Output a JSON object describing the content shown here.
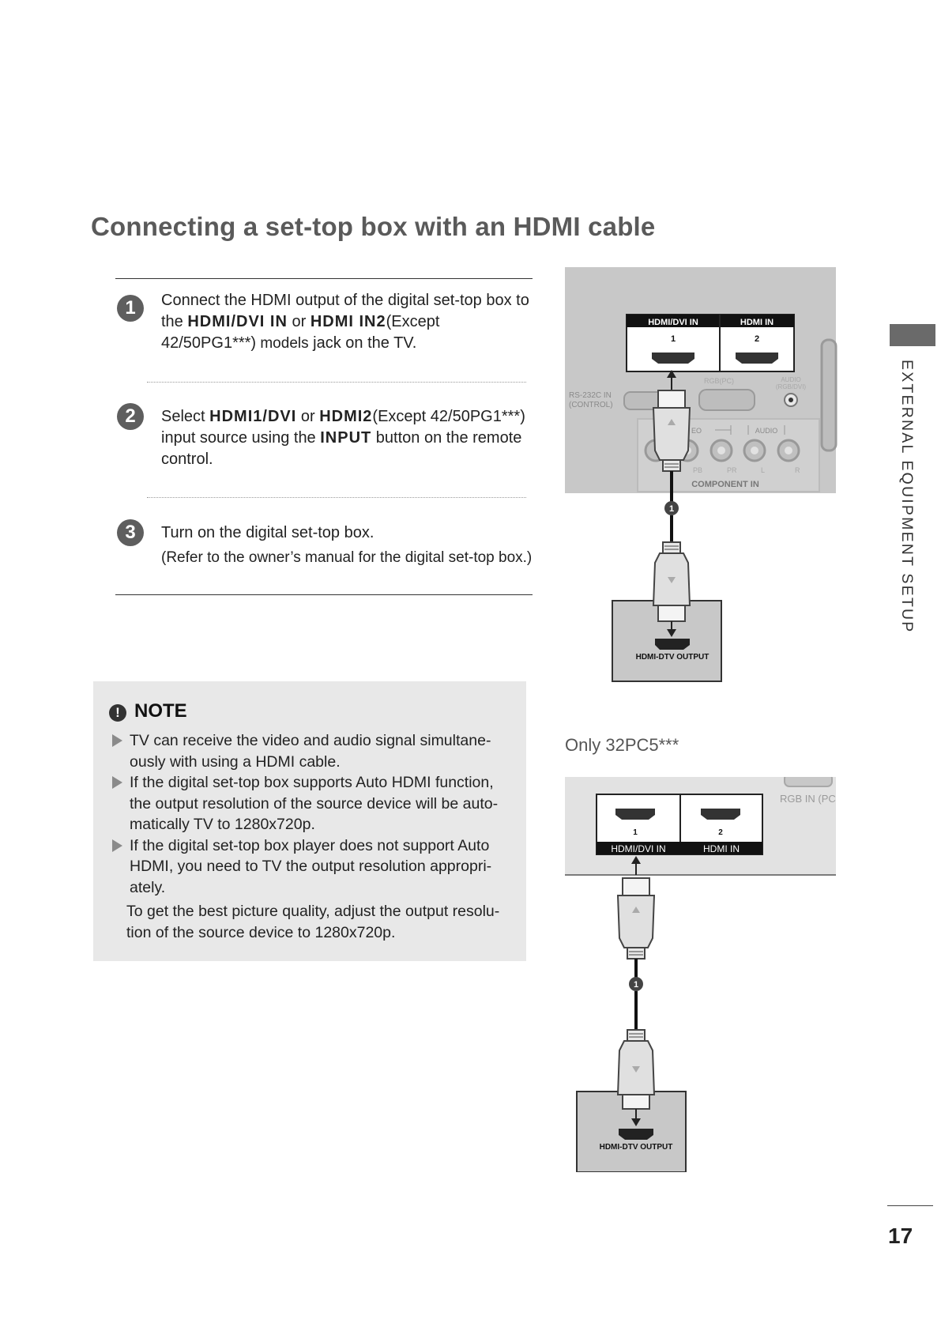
{
  "page": {
    "title": "Connecting a set-top box with an HDMI cable",
    "section_label": "EXTERNAL EQUIPMENT SETUP",
    "page_number": "17"
  },
  "steps": [
    {
      "number": "1",
      "line1": "Connect the HDMI output of the digital set-top box to",
      "line2_a": "the ",
      "line2_kw1": "HDMI/DVI IN",
      "line2_b": " or ",
      "line2_kw2": "HDMI IN2",
      "line2_c": "(Except",
      "line3_a": "42/50PG1***)",
      "line3_b": " models",
      "line3_c": " jack on the TV."
    },
    {
      "number": "2",
      "line1_a": "Select ",
      "line1_kw1": "HDMI1/DVI",
      "line1_b": " or ",
      "line1_kw2": "HDMI2",
      "line1_c": "(Except 42/50PG1***)",
      "line2_a": "input source using the ",
      "line2_kw": "INPUT",
      "line2_b": " button on the remote",
      "line3": "control."
    },
    {
      "number": "3",
      "line1": "Turn on the digital set-top box.",
      "line2": "(Refer to the owner’s manual for the digital set-top box.)"
    }
  ],
  "note": {
    "icon": "!",
    "title": "NOTE",
    "bullets": [
      [
        "TV can receive the video and audio signal simultane-",
        "ously with using a HDMI cable."
      ],
      [
        "If the digital set-top box supports Auto HDMI function,",
        "the output resolution of the source device will be auto-",
        "matically TV to 1280x720p."
      ],
      [
        "If the digital set-top box player does not support Auto",
        "HDMI, you need to TV the output resolution appropri-",
        "ately."
      ]
    ],
    "footer": [
      "To get the best picture quality, adjust the output resolu-",
      "tion of the source device to 1280x720p."
    ]
  },
  "diagram_top": {
    "port1_label": "HDMI/DVI IN",
    "port1_num": "1",
    "port2_label": "HDMI IN",
    "port2_num": "2",
    "rs232_line1": "RS-232C IN",
    "rs232_line2": "(CONTROL)",
    "rgb_label": "RGB(PC)",
    "audio_line1": "AUDIO",
    "audio_line2": "(RGB/DVI)",
    "video_label": "EO",
    "audio_jack_label": "AUDIO",
    "pb": "PB",
    "pr": "PR",
    "l": "L",
    "r": "R",
    "component_label": "COMPONENT IN",
    "cable_marker": "1",
    "output_label": "HDMI-DTV OUTPUT"
  },
  "only_label": "Only 32PC5***",
  "diagram_bottom": {
    "port1_num": "1",
    "port2_num": "2",
    "port1_label": "HDMI/DVI IN",
    "port2_label": "HDMI IN",
    "rgb_label": "RGB IN (PC",
    "cable_marker": "1",
    "output_label": "HDMI-DTV OUTPUT"
  }
}
